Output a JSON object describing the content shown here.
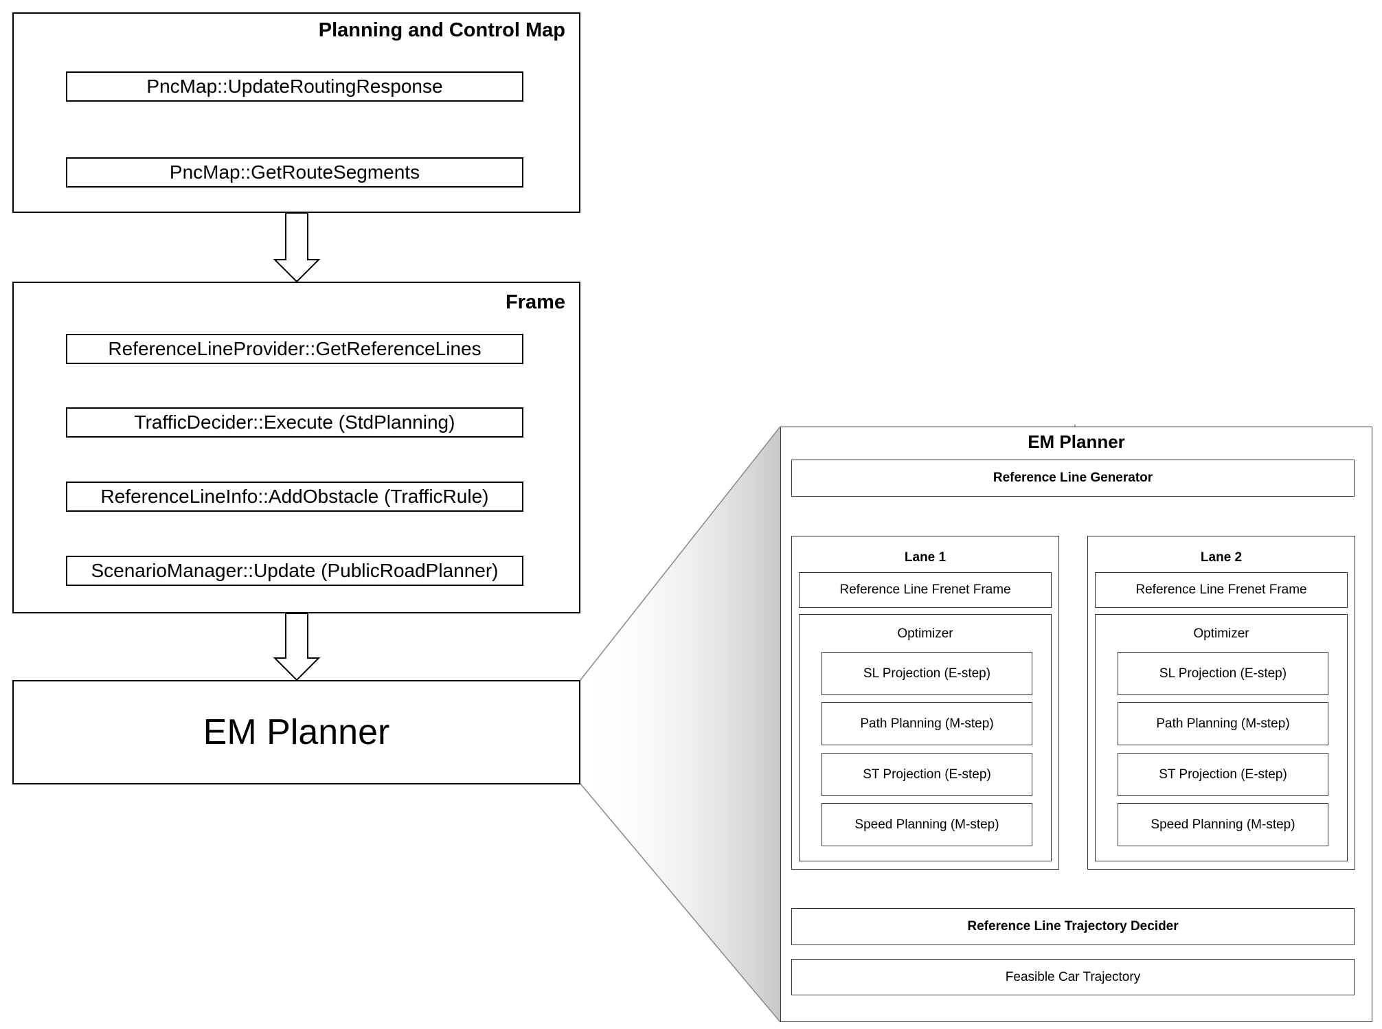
{
  "left": {
    "pnc_map": {
      "title": "Planning and Control Map",
      "steps": [
        "PncMap::UpdateRoutingResponse",
        "PncMap::GetRouteSegments"
      ]
    },
    "frame": {
      "title": "Frame",
      "steps": [
        "ReferenceLineProvider::GetReferenceLines",
        "TrafficDecider::Execute (StdPlanning)",
        "ReferenceLineInfo::AddObstacle (TrafficRule)",
        "ScenarioManager::Update (PublicRoadPlanner)"
      ]
    },
    "em_planner_label": "EM Planner"
  },
  "detail": {
    "title": "EM Planner",
    "generator": "Reference Line Generator",
    "lanes": [
      {
        "title": "Lane 1",
        "frenet": "Reference Line Frenet Frame",
        "optimizer": "Optimizer",
        "steps": [
          "SL Projection (E-step)",
          "Path Planning (M-step)",
          "ST Projection (E-step)",
          "Speed Planning (M-step)"
        ]
      },
      {
        "title": "Lane 2",
        "frenet": "Reference Line Frenet Frame",
        "optimizer": "Optimizer",
        "steps": [
          "SL Projection (E-step)",
          "Path Planning (M-step)",
          "ST Projection (E-step)",
          "Speed Planning (M-step)"
        ]
      }
    ],
    "decider": "Reference Line Trajectory Decider",
    "output": "Feasible Car Trajectory"
  }
}
